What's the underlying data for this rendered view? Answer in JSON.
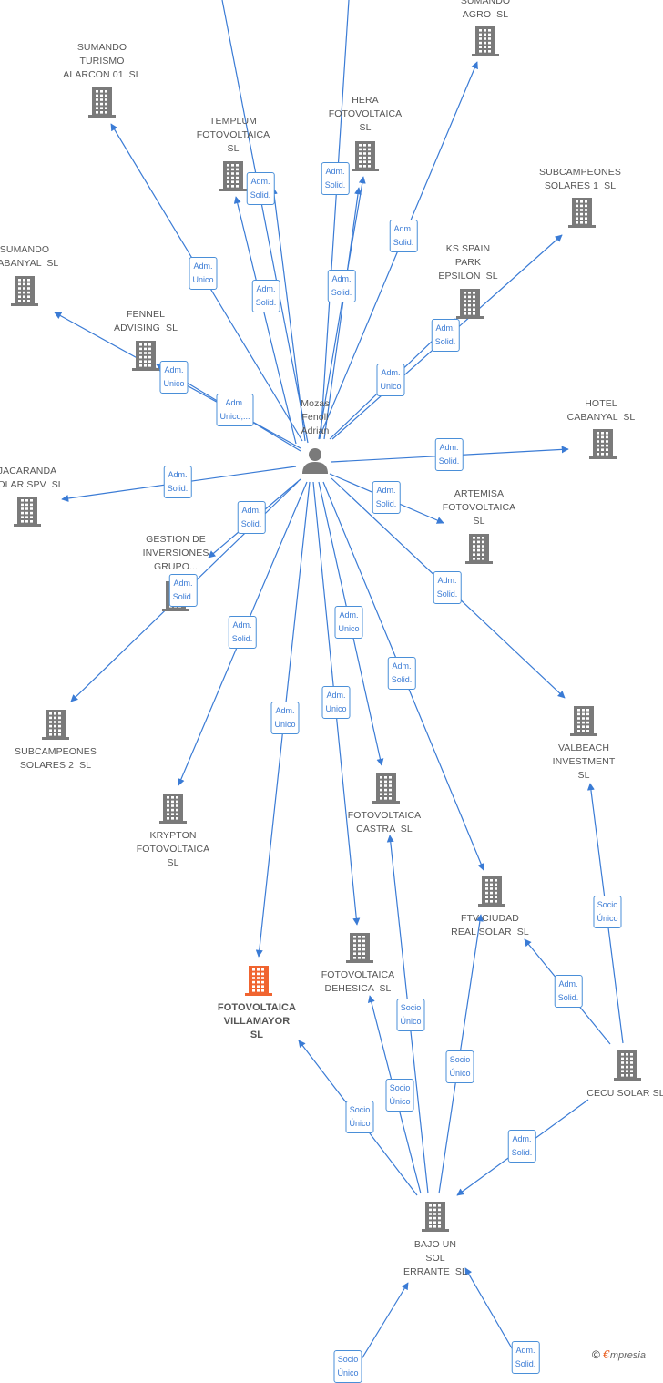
{
  "colors": {
    "edge": "#3a7bd5",
    "company": "#7a7a7a",
    "focus_company": "#f06430",
    "person": "#7a7a7a"
  },
  "nodes": [
    {
      "id": "person",
      "type": "person",
      "label": "Mozas\nFenoll\nAdrian"
    },
    {
      "id": "sumando_agro",
      "type": "company",
      "label": "SUMANDO\nAGRO  SL"
    },
    {
      "id": "sumando_turismo",
      "type": "company",
      "label": "SUMANDO\nTURISMO\nALARCON 01  SL"
    },
    {
      "id": "hera",
      "type": "company",
      "label": "HERA\nFOTOVOLTAICA\nSL"
    },
    {
      "id": "templum",
      "type": "company",
      "label": "TEMPLUM\nFOTOVOLTAICA\nSL"
    },
    {
      "id": "subcampeones1",
      "type": "company",
      "label": "SUBCAMPEONES\nSOLARES 1  SL"
    },
    {
      "id": "ks_spain",
      "type": "company",
      "label": "KS SPAIN\nPARK\nEPSILON  SL"
    },
    {
      "id": "sumando_cabanyal",
      "type": "company",
      "label": "SUMANDO\nCABANYAL  SL"
    },
    {
      "id": "fennel",
      "type": "company",
      "label": "FENNEL\nADVISING  SL"
    },
    {
      "id": "hotel_cabanyal",
      "type": "company",
      "label": "HOTEL\nCABANYAL  SL"
    },
    {
      "id": "jacaranda",
      "type": "company",
      "label": "JACARANDA\nSOLAR SPV  SL"
    },
    {
      "id": "artemisa",
      "type": "company",
      "label": "ARTEMISA\nFOTOVOLTAICA\nSL"
    },
    {
      "id": "gestion",
      "type": "company",
      "label": "GESTION DE\nINVERSIONES\nGRUPO..."
    },
    {
      "id": "valbeach",
      "type": "company",
      "label": "VALBEACH\nINVESTMENT\nSL"
    },
    {
      "id": "subcampeones2",
      "type": "company",
      "label": "SUBCAMPEONES\nSOLARES 2  SL"
    },
    {
      "id": "krypton",
      "type": "company",
      "label": "KRYPTON\nFOTOVOLTAICA\nSL"
    },
    {
      "id": "castra",
      "type": "company",
      "label": "FOTOVOLTAICA\nCASTRA  SL"
    },
    {
      "id": "ftv_ciudad",
      "type": "company",
      "label": "FTV CIUDAD\nREAL SOLAR  SL"
    },
    {
      "id": "dehesica",
      "type": "company",
      "label": "FOTOVOLTAICA\nDEHESICA  SL"
    },
    {
      "id": "villamayor",
      "type": "focus",
      "label": "FOTOVOLTAICA\nVILLAMAYOR\nSL"
    },
    {
      "id": "cecu",
      "type": "company",
      "label": "CECU SOLAR SL"
    },
    {
      "id": "bajo_un_sol",
      "type": "company",
      "label": "BAJO UN\nSOL\nERRANTE  SL"
    }
  ],
  "edges": [
    {
      "from": "person",
      "to": "sumando_agro",
      "label": "Adm.\nSolid."
    },
    {
      "from": "person",
      "to": "sumando_turismo",
      "label": "Adm.\nUnico"
    },
    {
      "from": "person",
      "to": "hera",
      "label": "Adm.\nSolid."
    },
    {
      "from": "person",
      "to": "hera",
      "label": "Adm.\nSolid."
    },
    {
      "from": "person",
      "to": "templum",
      "label": "Adm.\nSolid."
    },
    {
      "from": "person",
      "to": "templum",
      "label": "Adm.\nSolid."
    },
    {
      "from": "person",
      "to": "subcampeones1",
      "label": "Adm.\nSolid."
    },
    {
      "from": "person",
      "to": "ks_spain",
      "label": "Adm.\nUnico"
    },
    {
      "from": "person",
      "to": "sumando_cabanyal",
      "label": "Adm.\nUnico"
    },
    {
      "from": "person",
      "to": "fennel",
      "label": "Adm.\nUnico,..."
    },
    {
      "from": "person",
      "to": "hotel_cabanyal",
      "label": "Adm.\nSolid."
    },
    {
      "from": "person",
      "to": "jacaranda",
      "label": "Adm.\nSolid."
    },
    {
      "from": "person",
      "to": "artemisa",
      "label": "Adm.\nSolid."
    },
    {
      "from": "person",
      "to": "gestion",
      "label": "Adm.\nSolid."
    },
    {
      "from": "person",
      "to": "subcampeones2",
      "label": "Adm.\nSolid."
    },
    {
      "from": "person",
      "to": "valbeach",
      "label": "Adm.\nSolid."
    },
    {
      "from": "person",
      "to": "krypton",
      "label": "Adm.\nSolid."
    },
    {
      "from": "person",
      "to": "castra",
      "label": "Adm.\nUnico"
    },
    {
      "from": "person",
      "to": "ftv_ciudad",
      "label": "Adm.\nSolid."
    },
    {
      "from": "person",
      "to": "dehesica",
      "label": "Adm.\nUnico"
    },
    {
      "from": "person",
      "to": "villamayor",
      "label": "Adm.\nUnico"
    },
    {
      "from": "cecu",
      "to": "valbeach",
      "label": "Socio\nÚnico"
    },
    {
      "from": "cecu",
      "to": "ftv_ciudad",
      "label": "Adm.\nSolid."
    },
    {
      "from": "cecu",
      "to": "bajo_un_sol",
      "label": "Adm.\nSolid."
    },
    {
      "from": "bajo_un_sol",
      "to": "castra",
      "label": "Socio\nÚnico"
    },
    {
      "from": "bajo_un_sol",
      "to": "ftv_ciudad",
      "label": "Socio\nÚnico"
    },
    {
      "from": "bajo_un_sol",
      "to": "dehesica",
      "label": "Socio\nÚnico"
    },
    {
      "from": "bajo_un_sol",
      "to": "villamayor",
      "label": "Socio\nÚnico"
    },
    {
      "from": "offscreen_bl",
      "to": "bajo_un_sol",
      "label": "Socio\nÚnico"
    },
    {
      "from": "offscreen_br",
      "to": "bajo_un_sol",
      "label": "Adm.\nSolid."
    }
  ],
  "footer": {
    "copyright_symbol": "©",
    "brand_initial": "€",
    "brand_rest": "mpresia"
  }
}
